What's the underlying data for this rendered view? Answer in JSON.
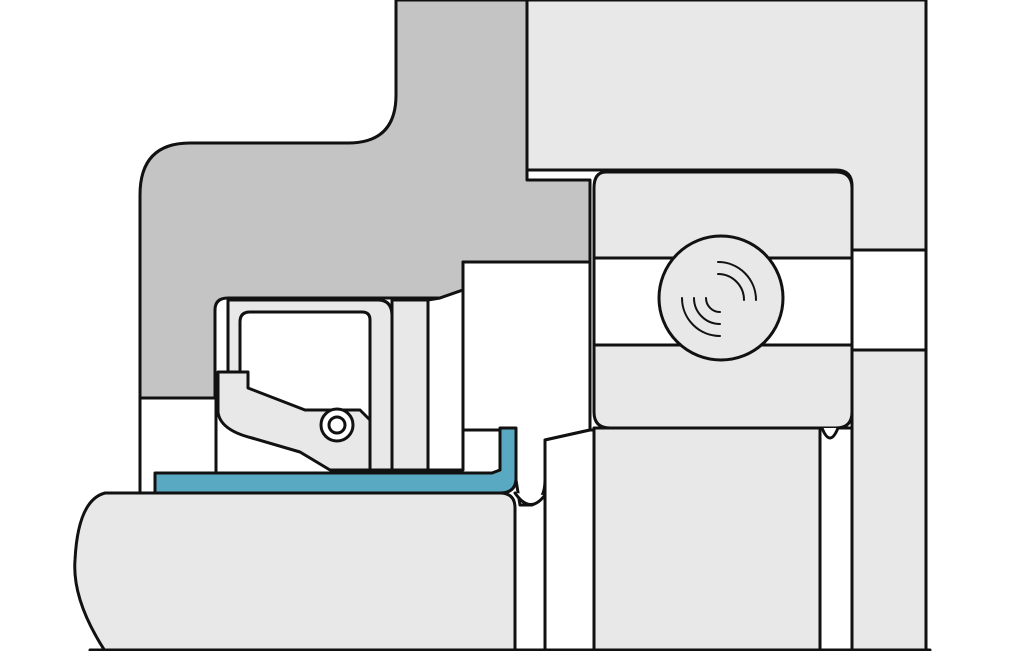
{
  "diagram": {
    "components": [
      {
        "id": "housing",
        "icon": "housing-shape"
      },
      {
        "id": "outer-ring",
        "icon": "bearing-outer-ring-shape"
      },
      {
        "id": "inner-ring",
        "icon": "bearing-inner-ring-shape"
      },
      {
        "id": "ball",
        "icon": "ball-shape"
      },
      {
        "id": "shaft",
        "icon": "shaft-shape"
      },
      {
        "id": "seal-case",
        "icon": "seal-case-shape"
      },
      {
        "id": "garter-spring",
        "icon": "spring-shape"
      },
      {
        "id": "wear-sleeve",
        "icon": "sleeve-shape"
      }
    ],
    "colors": {
      "background": "#ffffff",
      "housing_dark": "#c4c4c4",
      "component_light": "#e8e8e8",
      "sleeve": "#5aa9c3",
      "outline": "#111111"
    }
  }
}
